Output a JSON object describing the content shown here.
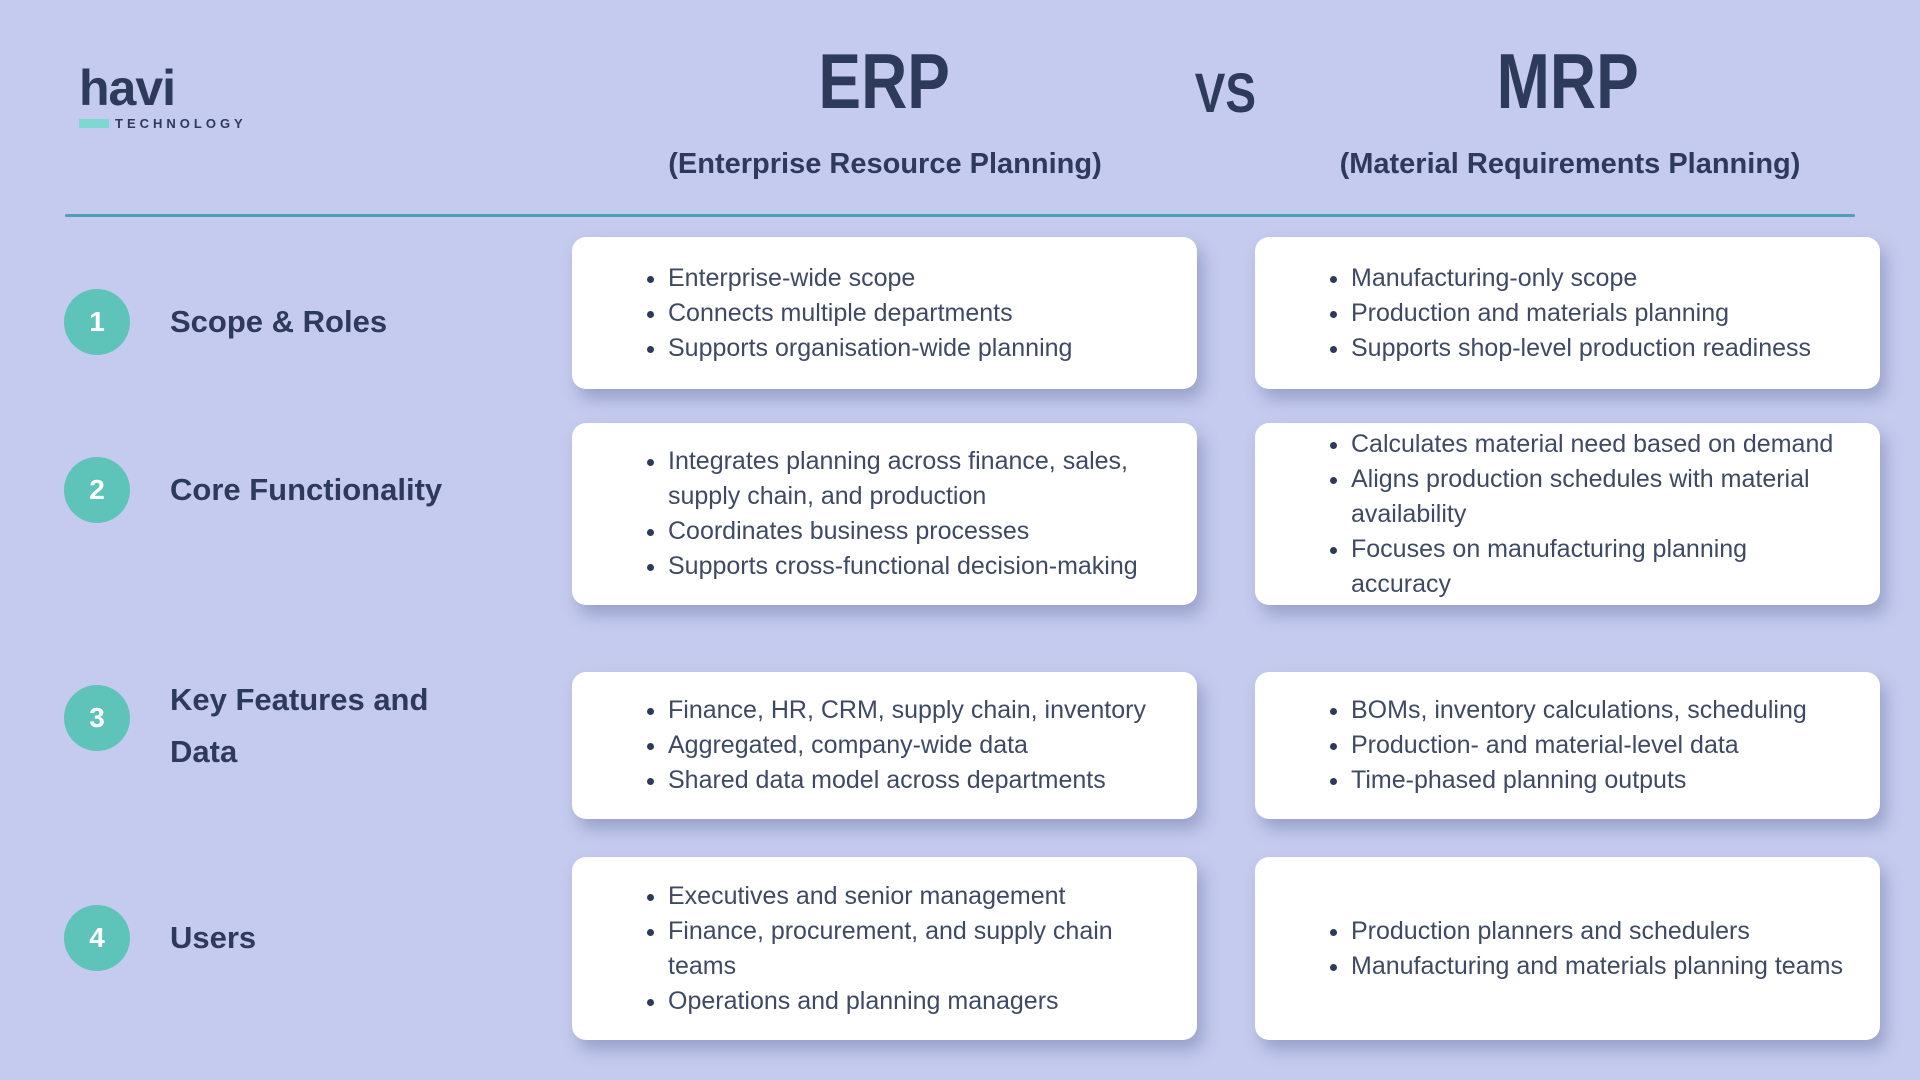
{
  "logo": {
    "name": "havi",
    "tagline": "TECHNOLOGY"
  },
  "header": {
    "left_title": "ERP",
    "vs": "VS",
    "right_title": "MRP",
    "left_subtitle": "(Enterprise Resource Planning)",
    "right_subtitle": "(Material Requirements Planning)"
  },
  "colors": {
    "background": "#c5cbee",
    "card": "#ffffff",
    "heading_navy": "#2e3a59",
    "body_text": "#3e4a63",
    "circle_teal": "#5ec3b9",
    "divider_teal": "#4fa0b5",
    "logo_bar_teal": "#7fd8cf"
  },
  "rows": [
    {
      "number": "1",
      "label": "Scope & Roles",
      "erp": [
        "Enterprise-wide scope",
        "Connects multiple departments",
        "Supports organisation-wide planning"
      ],
      "mrp": [
        "Manufacturing-only scope",
        "Production and materials planning",
        "Supports shop-level production readiness"
      ]
    },
    {
      "number": "2",
      "label": "Core Functionality",
      "erp": [
        "Integrates planning across finance, sales, supply chain, and production",
        "Coordinates business processes",
        "Supports cross-functional decision-making"
      ],
      "mrp": [
        "Calculates material need based on demand",
        "Aligns production schedules with material availability",
        "Focuses on manufacturing planning accuracy"
      ]
    },
    {
      "number": "3",
      "label": "Key Features and Data",
      "erp": [
        "Finance, HR, CRM, supply chain, inventory",
        "Aggregated, company-wide data",
        "Shared data model across departments"
      ],
      "mrp": [
        "BOMs, inventory calculations, scheduling",
        "Production- and material-level data",
        "Time-phased planning outputs"
      ]
    },
    {
      "number": "4",
      "label": "Users",
      "erp": [
        "Executives and senior management",
        "Finance, procurement, and supply chain teams",
        "Operations and planning managers"
      ],
      "mrp": [
        "Production planners and schedulers",
        "Manufacturing and materials planning teams"
      ]
    }
  ]
}
